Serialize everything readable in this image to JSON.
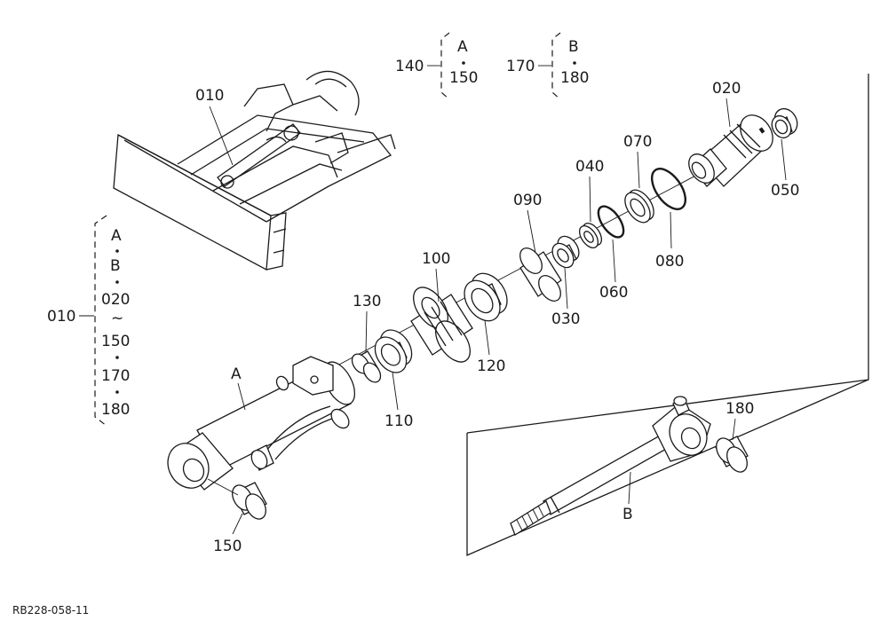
{
  "groups": {
    "g140": {
      "id": "140",
      "top": "A",
      "bottom": "150"
    },
    "g170": {
      "id": "170",
      "top": "B",
      "bottom": "180"
    },
    "g010": {
      "id": "010",
      "items": [
        "A",
        "B",
        "020",
        "~",
        "150",
        "170",
        "180"
      ]
    }
  },
  "callouts": {
    "machine": "010",
    "p020": "020",
    "p050": "050",
    "p070": "070",
    "p040": "040",
    "p080": "080",
    "p060": "060",
    "p090": "090",
    "p030": "030",
    "p100": "100",
    "p120": "120",
    "p130": "130",
    "p110": "110",
    "cylA": "A",
    "p150": "150",
    "p180": "180",
    "rodB": "B"
  },
  "footer": {
    "ref_code": "RB228-058-11"
  }
}
